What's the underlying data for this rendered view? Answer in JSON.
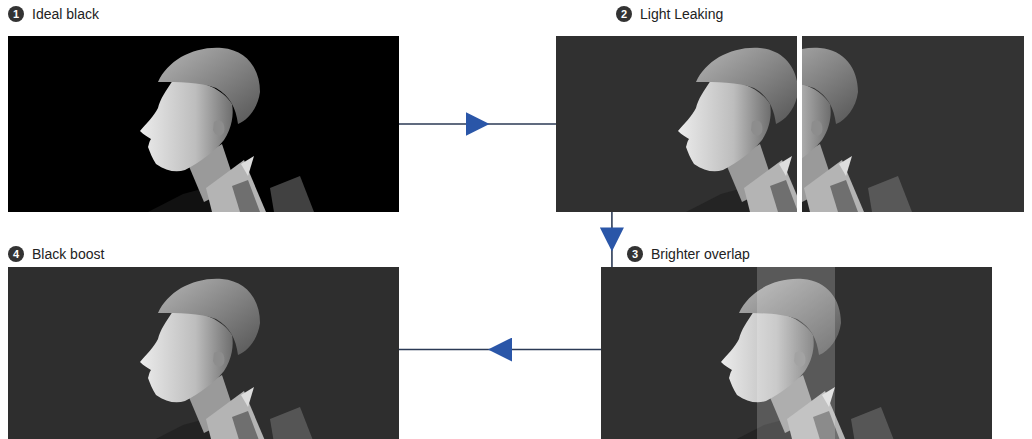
{
  "diagram": {
    "nodes": [
      {
        "text": [
          "1",
          "Ideal black"
        ]
      },
      {
        "text": [
          "2",
          "Light Leaking"
        ]
      },
      {
        "text": [
          "3",
          "Brighter overlap"
        ]
      },
      {
        "text": [
          "4",
          "Black boost"
        ]
      }
    ],
    "edges": [
      {
        "from": 0,
        "to": 1,
        "arrow": "to"
      },
      {
        "from": 1,
        "to": 2,
        "arrow": "to"
      },
      {
        "from": 2,
        "to": 3,
        "arrow": "to"
      }
    ]
  }
}
